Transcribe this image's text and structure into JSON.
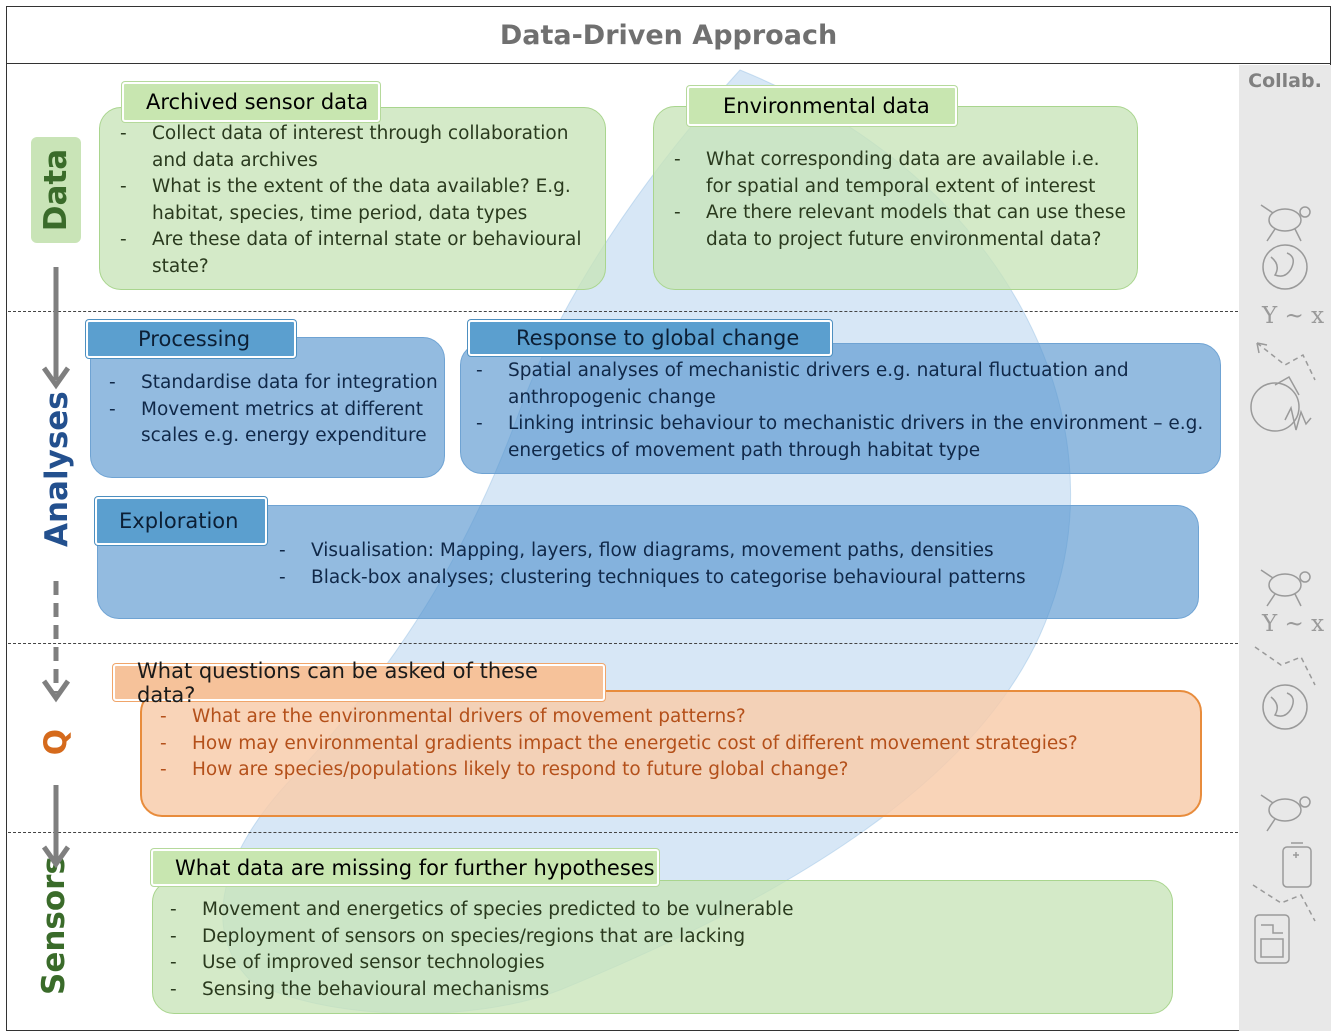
{
  "title": "Data-Driven Approach",
  "collab_label": "Collab.",
  "side_labels": {
    "data": "Data",
    "analyses": "Analyses",
    "q": "Q",
    "sensors": "Sensors"
  },
  "colors": {
    "data": "#3a6b2a",
    "analyses": "#23508e",
    "q": "#d56a1c",
    "sensors": "#3a6b2a",
    "arrow": "#7f7f7f"
  },
  "archived": {
    "header": "Archived sensor data",
    "items": [
      "Collect data of interest through collaboration and data archives",
      "What is the extent of the data available? E.g. habitat, species, time period, data types",
      "Are these data of internal state or behavioural state?"
    ]
  },
  "environmental": {
    "header": "Environmental data",
    "items": [
      "What corresponding data are available i.e. for spatial and temporal extent of interest",
      "Are there relevant models that can use these data to project future environmental data?"
    ]
  },
  "processing": {
    "header": "Processing",
    "items": [
      "Standardise data for integration",
      "Movement metrics at different scales e.g. energy expenditure"
    ]
  },
  "response": {
    "header": "Response to global change",
    "items": [
      "Spatial analyses of mechanistic drivers e.g. natural fluctuation and anthropogenic change",
      "Linking intrinsic behaviour to mechanistic drivers in the environment – e.g. energetics of movement path through habitat type"
    ]
  },
  "exploration": {
    "header": "Exploration",
    "items": [
      "Visualisation: Mapping, layers, flow diagrams, movement paths, densities",
      "Black-box analyses; clustering techniques to categorise behavioural patterns"
    ]
  },
  "questions": {
    "header": "What questions can be asked of these data?",
    "items": [
      "What are the environmental drivers of movement patterns?",
      "How may environmental gradients impact the energetic cost of different movement strategies?",
      "How are species/populations likely to respond to future global change?"
    ]
  },
  "missing": {
    "header": "What data are missing for further hypotheses",
    "items": [
      "Movement and energetics of species predicted to be vulnerable",
      "Deployment of sensors on species/regions that are lacking",
      "Use of improved sensor technologies",
      "Sensing the behavioural mechanisms"
    ]
  },
  "collab_icons": {
    "model_label_1": "Y ~ x",
    "model_label_2": "Y ~ x",
    "icons": [
      "turtle-icon",
      "globe-icon",
      "path-icon",
      "accelerometer-icon",
      "battery-icon",
      "circuit-icon"
    ]
  }
}
